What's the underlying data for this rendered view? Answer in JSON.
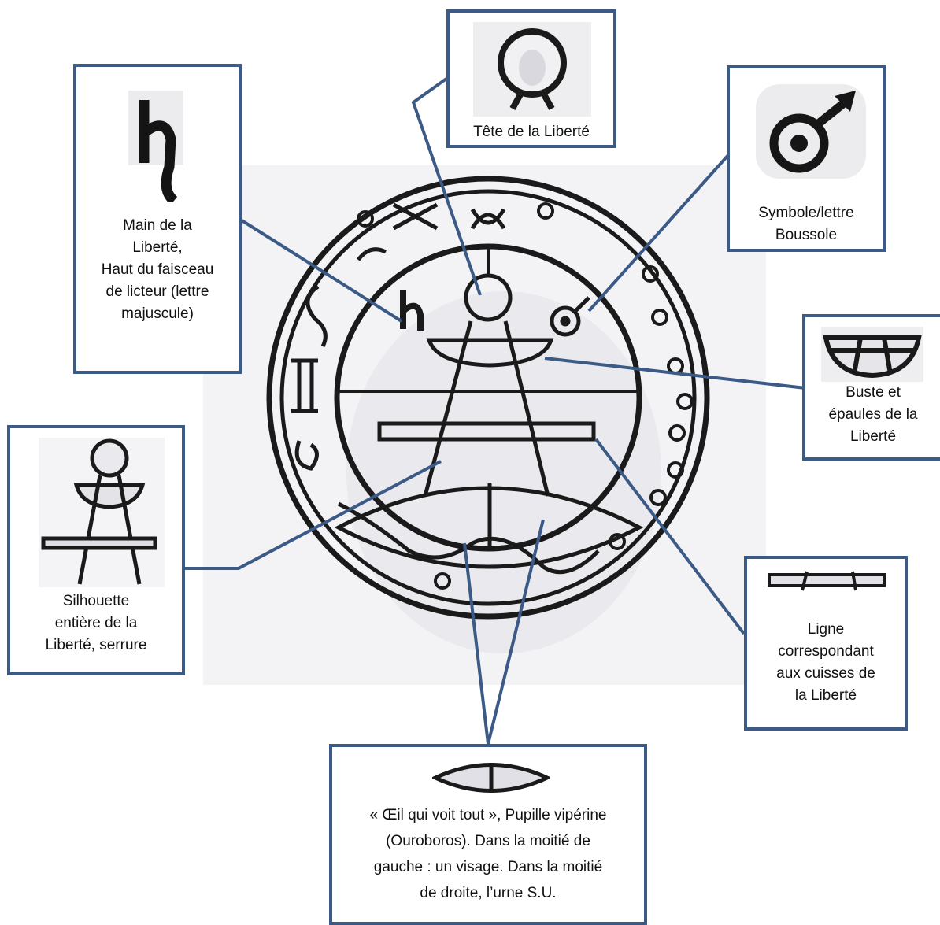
{
  "colors": {
    "frame": "#3b5a86",
    "ink": "#1a1a1a",
    "paper": "#f2f2f4"
  },
  "callouts": {
    "hand": {
      "label": "Main de la\nLiberté,\nHaut du faisceau\nde licteur (lettre\nmajuscule)"
    },
    "head": {
      "label": "Tête de la Liberté"
    },
    "compass": {
      "label": "Symbole/lettre\nBoussole"
    },
    "bust": {
      "label": "Buste et\népaules de la\nLiberté"
    },
    "silhouette": {
      "label": "Silhouette\nentière de la\nLiberté, serrure"
    },
    "thighs": {
      "label": "Ligne\ncorrespondant\naux cuisses de\nla Liberté"
    },
    "eye": {
      "label": "« Œil qui voit tout », Pupille vipérine\n(Ouroboros). Dans la moitié de\ngauche : un visage. Dans la moitié\nde droite, l’urne S.U."
    }
  }
}
